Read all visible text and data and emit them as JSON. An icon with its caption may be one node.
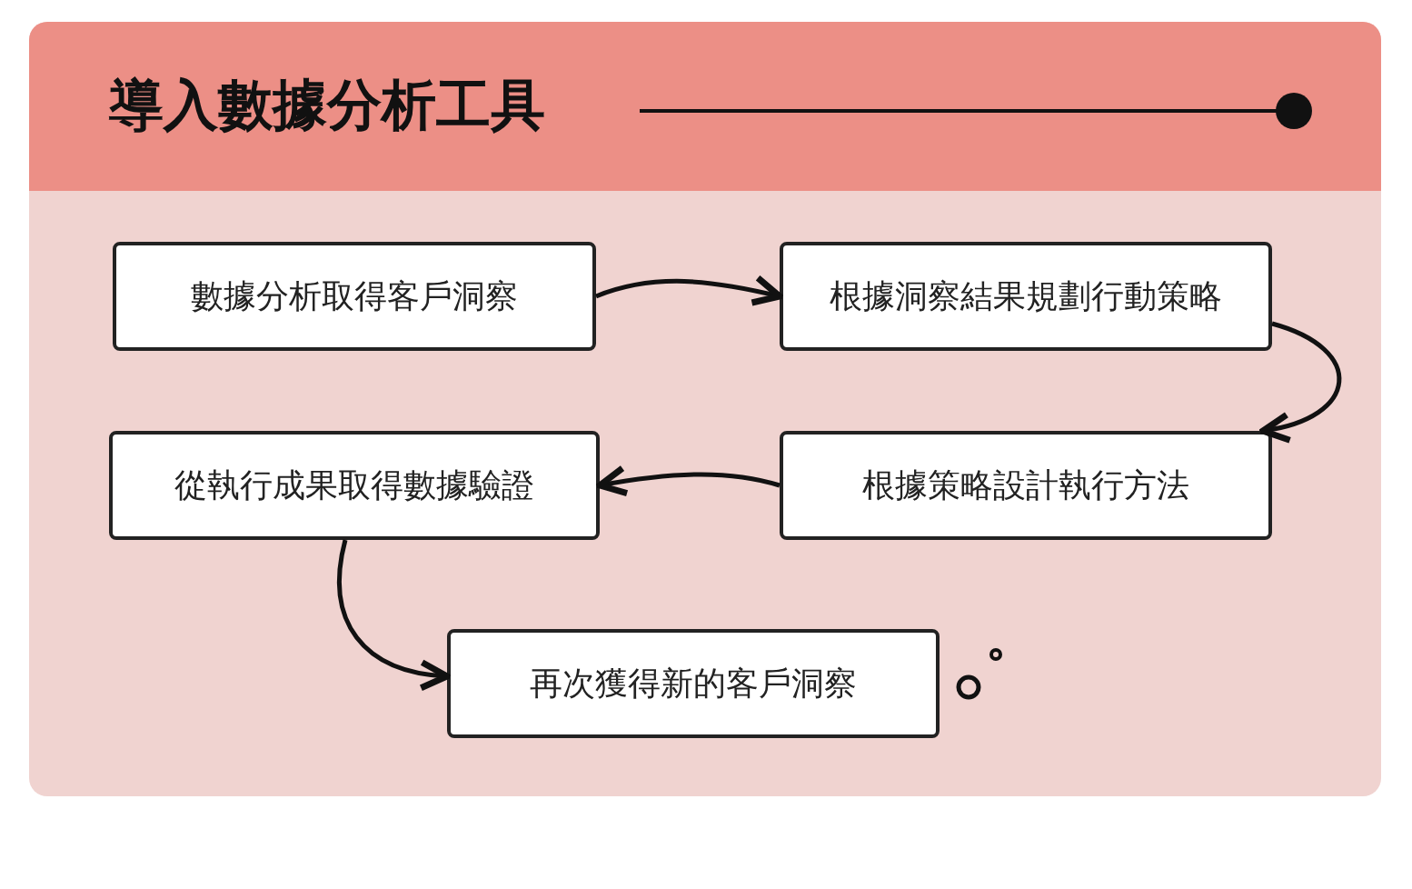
{
  "diagram": {
    "title": "導入數據分析工具",
    "nodes": [
      {
        "text": [
          "數據分析取得客戶洞察"
        ]
      },
      {
        "text": [
          "根據洞察結果規劃行動策略"
        ]
      },
      {
        "text": [
          "從執行成果取得數據驗證"
        ]
      },
      {
        "text": [
          "根據策略設計執行方法"
        ]
      },
      {
        "text": [
          "再次獲得新的客戶洞察"
        ]
      }
    ],
    "edges": [
      {
        "from": 0,
        "to": 1,
        "arrow": "to"
      },
      {
        "from": 1,
        "to": 3,
        "arrow": "to"
      },
      {
        "from": 3,
        "to": 2,
        "arrow": "to"
      },
      {
        "from": 2,
        "to": 4,
        "arrow": "to"
      }
    ]
  }
}
